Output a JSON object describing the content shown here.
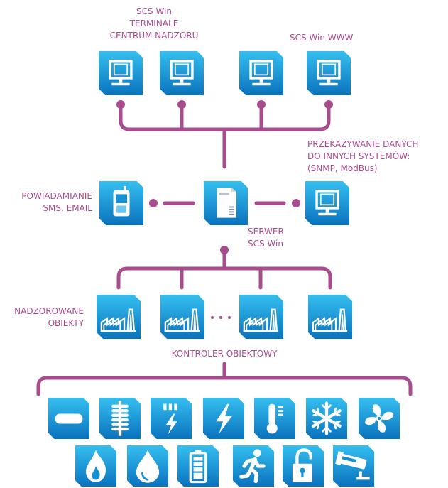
{
  "labels": {
    "terminals": [
      "SCS Win",
      "TERMINALE",
      "CENTRUM NADZORU"
    ],
    "www": "SCS Win WWW",
    "forwarding": [
      "PRZEKAZYWANIE DANYCH",
      "DO INNYCH SYSTEMÓW:",
      "(SNMP, ModBus)"
    ],
    "notify": [
      "POWIADAMIANIE",
      "SMS, EMAIL"
    ],
    "server": [
      "SERWER",
      "SCS Win"
    ],
    "objects": [
      "NADZOROWANE",
      "OBIEKTY"
    ],
    "controller": "KONTROLER OBIEKTOWY"
  },
  "colors": {
    "accent": "#a94c8e",
    "tile_top": "#35bff0",
    "tile_bottom": "#0a72bd",
    "label": "#a94c8e"
  },
  "nodes": {
    "monitors": [
      "monitor-icon",
      "monitor-icon",
      "monitor-icon",
      "monitor-icon"
    ],
    "phone": "phone-icon",
    "server": "server-icon",
    "forward_monitor": "monitor-icon",
    "factories": [
      "factory-icon",
      "factory-icon",
      "factory-icon",
      "factory-icon"
    ]
  },
  "sensors_row1": [
    "minus-icon",
    "heater-coil-icon",
    "power-supply-icon",
    "lightning-icon",
    "thermometer-icon",
    "snowflake-icon",
    "fan-icon"
  ],
  "sensors_row2": [
    "flame-icon",
    "water-drop-icon",
    "battery-icon",
    "running-person-icon",
    "unlocked-padlock-icon",
    "cctv-camera-icon"
  ]
}
